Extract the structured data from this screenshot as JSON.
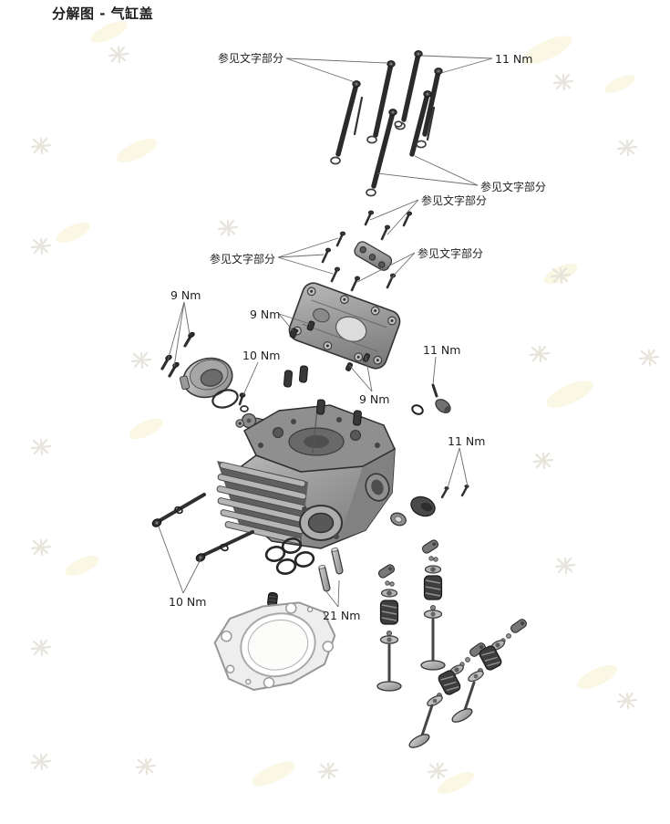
{
  "page": {
    "title": "分解图 - 气缸盖"
  },
  "labels": [
    {
      "id": "see-text-top",
      "text": "参见文字部分"
    },
    {
      "id": "torque-11-top-bolts",
      "text": "11 Nm"
    },
    {
      "id": "see-text-bolts-lower-a",
      "text": "参见文字部分"
    },
    {
      "id": "see-text-bolts-lower-b",
      "text": "参见文字部分"
    },
    {
      "id": "see-text-cover-screws-left",
      "text": "参见文字部分"
    },
    {
      "id": "see-text-cover-screws-right",
      "text": "参见文字部分"
    },
    {
      "id": "torque-9-studs",
      "text": "9 Nm"
    },
    {
      "id": "torque-9-plugs",
      "text": "9 Nm"
    },
    {
      "id": "torque-10-fitting",
      "text": "10 Nm"
    },
    {
      "id": "torque-11-spark-fitting",
      "text": "11 Nm"
    },
    {
      "id": "torque-9-carrier-plugs",
      "text": "9 Nm"
    },
    {
      "id": "torque-11-cap-screws",
      "text": "11 Nm"
    },
    {
      "id": "torque-10-side-bolts",
      "text": "10 Nm"
    },
    {
      "id": "torque-21-dowels",
      "text": "21 Nm"
    }
  ],
  "colors": {
    "background": "#ffffff",
    "label_text": "#1f1f1f",
    "leader_line": "#6a6a6a",
    "bolt_dark": "#2b2b2b",
    "casting_light": "#b8b8b8",
    "casting_dark": "#6f6f6f",
    "gasket": "#ededed",
    "watermark_gray": "#e2dfd5",
    "watermark_yellow": "#faf6e1"
  },
  "diagram": {
    "parts": [
      "cylinder-head-bolt",
      "washer",
      "stud",
      "valve-cover-screw",
      "rocker-shaft-bridge",
      "camshaft-holder",
      "small-plug-screw",
      "intake-manifold-flange",
      "o-ring",
      "oil-fitting",
      "cylinder-head",
      "cooling-fins",
      "exhaust-port",
      "intake-port",
      "spark-plug-fitting",
      "sealing-ring",
      "sealing-cap",
      "cap-screw",
      "socket-bolt",
      "sealing-o-ring",
      "dowel-pin",
      "rubber-plug",
      "head-gasket",
      "rocker-arm-pad",
      "valve-keeper",
      "spring-retainer",
      "valve-spring",
      "spring-seat-washer",
      "valve"
    ]
  }
}
